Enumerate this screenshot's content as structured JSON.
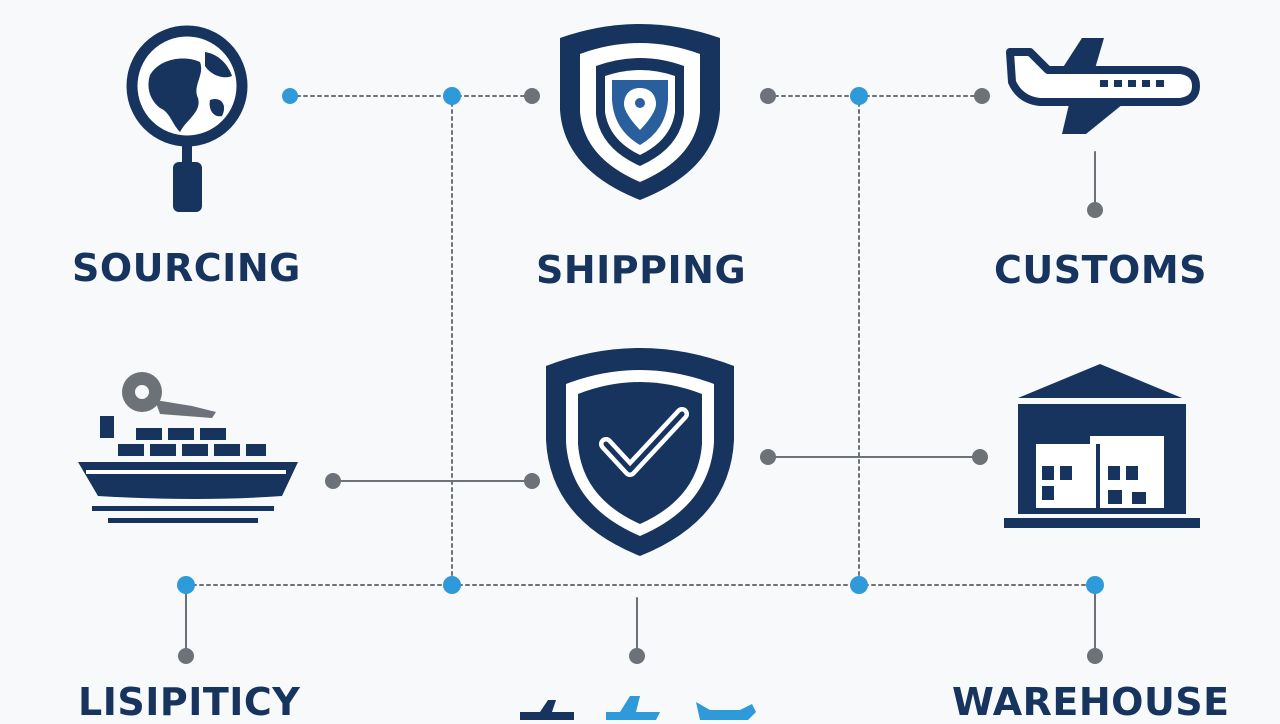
{
  "labels": {
    "top_left": "SOURCING",
    "top_center": "SHIPPING",
    "top_right": "CUSTOMS",
    "bottom_left": "LISIPITICY",
    "bottom_right": "WAREHOUSE"
  },
  "icons": {
    "top_left": "globe-magnifier-icon",
    "top_center": "shield-location-icon",
    "top_right": "airplane-icon",
    "mid_left": "cargo-ship-icon",
    "mid_center": "shield-check-icon",
    "mid_right": "warehouse-icon",
    "bottom_center": "small-planes-icon"
  },
  "colors": {
    "navy": "#16345e",
    "light_blue": "#2f9ad9",
    "gray": "#6d7278",
    "background": "#f7f9fb"
  }
}
